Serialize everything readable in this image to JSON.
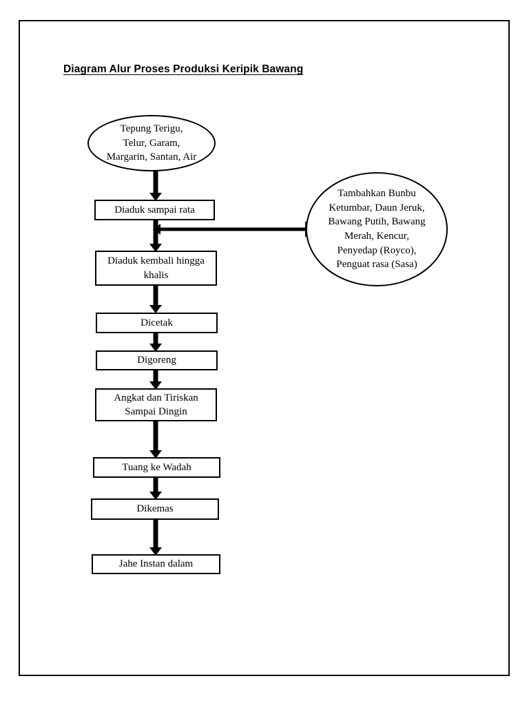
{
  "page": {
    "title": "Diagram Alur Proses Produksi Keripik Bawang",
    "border_color": "#000000",
    "background_color": "#ffffff",
    "stroke_color": "#000000"
  },
  "diagram": {
    "type": "flowchart",
    "orientation": "top-to-bottom",
    "nodes": [
      {
        "id": "inputs",
        "shape": "ellipse",
        "label": "Tepung Terigu, Telur, Garam, Margarin, Santan, Air",
        "lines": [
          "Tepung Terigu,",
          "Telur, Garam,",
          "Margarin, Santan, Air"
        ]
      },
      {
        "id": "step-1",
        "shape": "rectangle",
        "label": "Diaduk sampai rata",
        "lines": [
          "Diaduk sampai rata"
        ]
      },
      {
        "id": "seasoning",
        "shape": "ellipse",
        "label": "Tambahkan Bunbu Ketumbar, Daun Jeruk, Bawang Putih, Bawang Merah, Kencur, Penyedap (Royco), Penguat rasa (Sasa)",
        "lines": [
          "Tambahkan Bunbu",
          "Ketumbar, Daun Jeruk,",
          "Bawang Putih, Bawang",
          "Merah, Kencur,",
          "Penyedap (Royco),",
          "Penguat rasa (Sasa)"
        ]
      },
      {
        "id": "step-2",
        "shape": "rectangle",
        "label": "Diaduk kembali hingga khalis",
        "lines": [
          "Diaduk kembali hingga",
          "khalis"
        ]
      },
      {
        "id": "step-3",
        "shape": "rectangle",
        "label": "Dicetak",
        "lines": [
          "Dicetak"
        ]
      },
      {
        "id": "step-4",
        "shape": "rectangle",
        "label": "Digoreng",
        "lines": [
          "Digoreng"
        ]
      },
      {
        "id": "step-5",
        "shape": "rectangle",
        "label": "Angkat dan Tiriskan Sampai Dingin",
        "lines": [
          "Angkat dan Tiriskan",
          "Sampai Dingin"
        ]
      },
      {
        "id": "step-6",
        "shape": "rectangle",
        "label": "Tuang ke Wadah",
        "lines": [
          "Tuang ke Wadah"
        ]
      },
      {
        "id": "step-7",
        "shape": "rectangle",
        "label": "Dikemas",
        "lines": [
          "Dikemas"
        ]
      },
      {
        "id": "step-8",
        "shape": "rectangle",
        "label": "Jahe Instan dalam",
        "lines": [
          "Jahe Instan dalam"
        ]
      }
    ],
    "edges": [
      {
        "from": "inputs",
        "to": "step-1",
        "direction": "down"
      },
      {
        "from": "step-1",
        "to": "step-2",
        "direction": "down"
      },
      {
        "from": "seasoning",
        "to": "step-2",
        "direction": "left"
      },
      {
        "from": "step-2",
        "to": "step-3",
        "direction": "down"
      },
      {
        "from": "step-3",
        "to": "step-4",
        "direction": "down"
      },
      {
        "from": "step-4",
        "to": "step-5",
        "direction": "down"
      },
      {
        "from": "step-5",
        "to": "step-6",
        "direction": "down"
      },
      {
        "from": "step-6",
        "to": "step-7",
        "direction": "down"
      },
      {
        "from": "step-7",
        "to": "step-8",
        "direction": "down"
      }
    ]
  }
}
